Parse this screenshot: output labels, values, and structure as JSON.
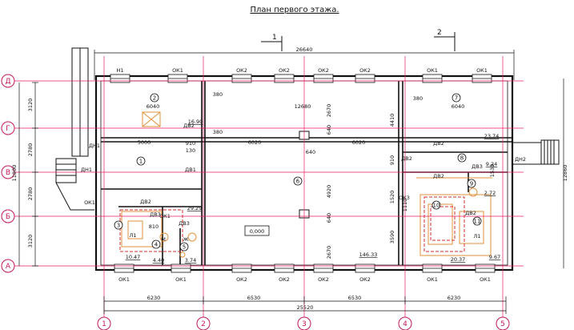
{
  "title": "План первого этажа.",
  "section_marks": [
    "1",
    "2"
  ],
  "axes_v": [
    "1",
    "2",
    "3",
    "4",
    "5"
  ],
  "axes_h": [
    "Д",
    "Г",
    "В",
    "Б",
    "А"
  ],
  "dims_bottom": [
    "6230",
    "6530",
    "6530",
    "6230"
  ],
  "dim_total_bottom": "25520",
  "dim_total_top": "26640",
  "dims_left": [
    "3120",
    "2780",
    "2780",
    "3120"
  ],
  "dim_total_left": "11800",
  "dim_total_right": "12860",
  "windows_top": [
    "Н1",
    "ОК1",
    "ОК2",
    "ОК2",
    "ОК2",
    "ОК2",
    "ОК1",
    "ОК1"
  ],
  "windows_bottom": [
    "ОК1",
    "ОК1",
    "ОК2",
    "ОК2",
    "ОК2",
    "ОК2",
    "ОК1",
    "ОК1"
  ],
  "rooms": [
    "1",
    "2",
    "3",
    "4",
    "5",
    "6",
    "7",
    "8",
    "9",
    "10",
    "11"
  ],
  "areas": [
    "16.90",
    "29.29",
    "10.47",
    "4.40",
    "3.74",
    "146.33",
    "23.74",
    "9.24",
    "2.72",
    "20.37",
    "9.67"
  ],
  "level_mark": "0,000",
  "doors": [
    "ДН1",
    "ДН1",
    "ДВ1",
    "ДВ2",
    "ДВ2",
    "ДВ3",
    "ДВ3",
    "ДВ2",
    "ДВ2",
    "ДВ2",
    "ДВ3",
    "ДВ2",
    "ДН2",
    "ОК1",
    "ОК1",
    "ОК3"
  ],
  "fixtures": [
    "Л1",
    "Л1",
    "М",
    "Ж"
  ],
  "inner_dims": [
    "380",
    "380",
    "380",
    "6040",
    "6040",
    "12680",
    "5000",
    "6020",
    "6020",
    "910",
    "130",
    "640",
    "640",
    "640",
    "4920",
    "2670",
    "2670",
    "4410",
    "3590",
    "1520",
    "1110",
    "1530",
    "910",
    "810"
  ]
}
